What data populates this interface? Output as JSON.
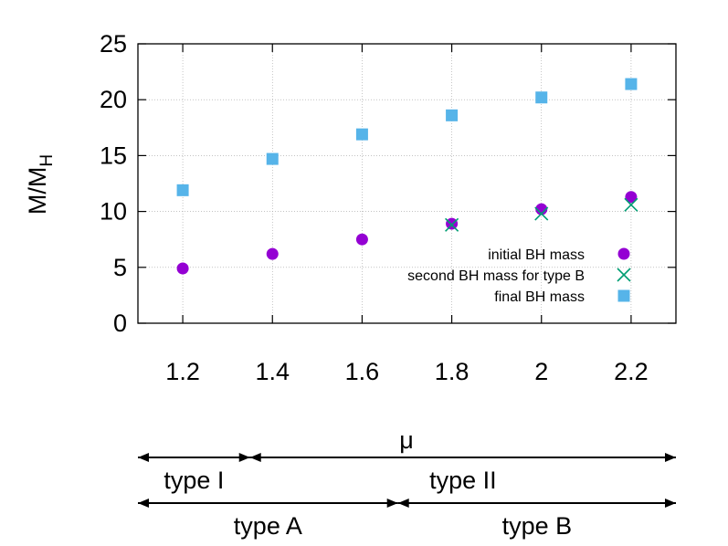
{
  "chart_data": {
    "type": "scatter",
    "xlabel": "μ",
    "ylabel": "M/M",
    "ylabel_sub": "H",
    "xlim": [
      1.1,
      2.3
    ],
    "ylim": [
      0,
      25
    ],
    "xticks": [
      1.2,
      1.4,
      1.6,
      1.8,
      2.0,
      2.2
    ],
    "xtick_labels": [
      "1.2",
      "1.4",
      "1.6",
      "1.8",
      "2",
      "2.2"
    ],
    "yticks": [
      0,
      5,
      10,
      15,
      20,
      25
    ],
    "ytick_labels": [
      "0",
      "5",
      "10",
      "15",
      "20",
      "25"
    ],
    "grid": true,
    "legend_position": "bottom-right",
    "series": [
      {
        "name": "initial BH mass",
        "marker": "circle",
        "color": "#9400d3",
        "x": [
          1.2,
          1.4,
          1.6,
          1.8,
          2.0,
          2.2
        ],
        "y": [
          4.9,
          6.2,
          7.5,
          8.9,
          10.2,
          11.3
        ]
      },
      {
        "name": "second BH mass for type B",
        "marker": "cross",
        "color": "#009e73",
        "x": [
          1.8,
          2.0,
          2.2
        ],
        "y": [
          8.8,
          9.8,
          10.6
        ]
      },
      {
        "name": "final BH mass",
        "marker": "square",
        "color": "#56b4e9",
        "x": [
          1.2,
          1.4,
          1.6,
          1.8,
          2.0,
          2.2
        ],
        "y": [
          11.9,
          14.7,
          16.9,
          18.6,
          20.2,
          21.4
        ]
      }
    ],
    "regions": [
      {
        "label": "type I",
        "from": 1.1,
        "to": 1.35,
        "row": 1
      },
      {
        "label": "type II",
        "from": 1.35,
        "to": 2.3,
        "row": 1
      },
      {
        "label": "type A",
        "from": 1.1,
        "to": 1.68,
        "row": 2
      },
      {
        "label": "type B",
        "from": 1.68,
        "to": 2.3,
        "row": 2
      }
    ]
  }
}
